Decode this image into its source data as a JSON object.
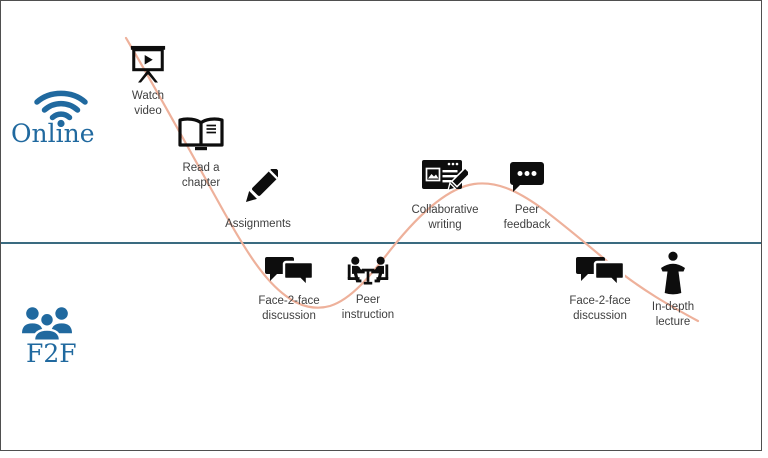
{
  "diagram": {
    "description": "Flipped classroom activity flow across Online and F2F zones",
    "divider": "online-f2f-boundary"
  },
  "zones": {
    "online": {
      "label": "Online",
      "icon": "wifi-icon"
    },
    "f2f": {
      "label": "F2F",
      "icon": "people-group-icon"
    }
  },
  "activities": [
    {
      "name": "watch-video",
      "zone": "online",
      "icon": "presentation-screen-icon",
      "label": "Watch\nvideo"
    },
    {
      "name": "read-a-chapter",
      "zone": "online",
      "icon": "open-book-icon",
      "label": "Read a\nchapter"
    },
    {
      "name": "assignments",
      "zone": "online",
      "icon": "pencil-icon",
      "label": "Assignments"
    },
    {
      "name": "face-2-face-discussion-1",
      "zone": "f2f",
      "icon": "speech-bubbles-icon",
      "label": "Face-2-face\ndiscussion"
    },
    {
      "name": "peer-instruction",
      "zone": "f2f",
      "icon": "seated-pair-table-icon",
      "label": "Peer\ninstruction"
    },
    {
      "name": "collaborative-writing",
      "zone": "online",
      "icon": "document-edit-icon",
      "label": "Collaborative\nwriting"
    },
    {
      "name": "peer-feedback",
      "zone": "online",
      "icon": "comment-dots-icon",
      "label": "Peer\nfeedback"
    },
    {
      "name": "face-2-face-discussion-2",
      "zone": "f2f",
      "icon": "speech-bubbles-icon",
      "label": "Face-2-face\ndiscussion"
    },
    {
      "name": "in-depth-lecture",
      "zone": "f2f",
      "icon": "lectern-speaker-icon",
      "label": "In-depth\nlecture"
    }
  ],
  "colors": {
    "zone_accent": "#20699f",
    "icon": "#0d0d0d",
    "activity_label": "#3f3f3f",
    "curve": "#eeb19b",
    "divider": "#3a6b80",
    "frame_border": "#4f4f4f",
    "background": "#ffffff"
  }
}
